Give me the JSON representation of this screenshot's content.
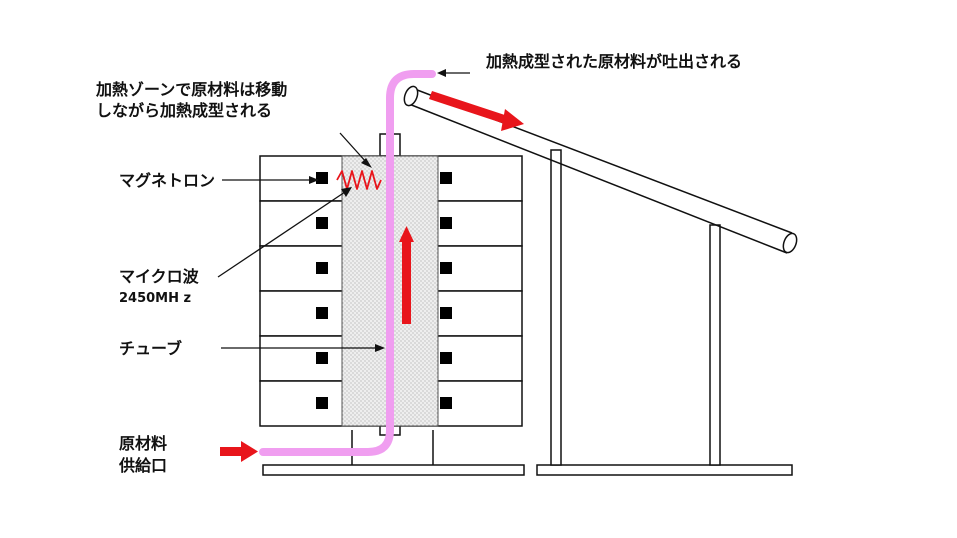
{
  "labels": {
    "heating_zone_line1": "加熱ゾーンで原材料は移動",
    "heating_zone_line2": "しながら加熱成型される",
    "output": "加熱成型された原材料が吐出される",
    "magnetron": "マグネトロン",
    "microwave": "マイクロ波",
    "frequency": "2450MH z",
    "tube": "チューブ",
    "feed_line1": "原材料",
    "feed_line2": "供給口"
  },
  "colors": {
    "tube": "#f09ef0",
    "arrow": "#e8151b",
    "outline": "#111111",
    "heating_zone_fill": "#ececec"
  },
  "heating_units": 6
}
